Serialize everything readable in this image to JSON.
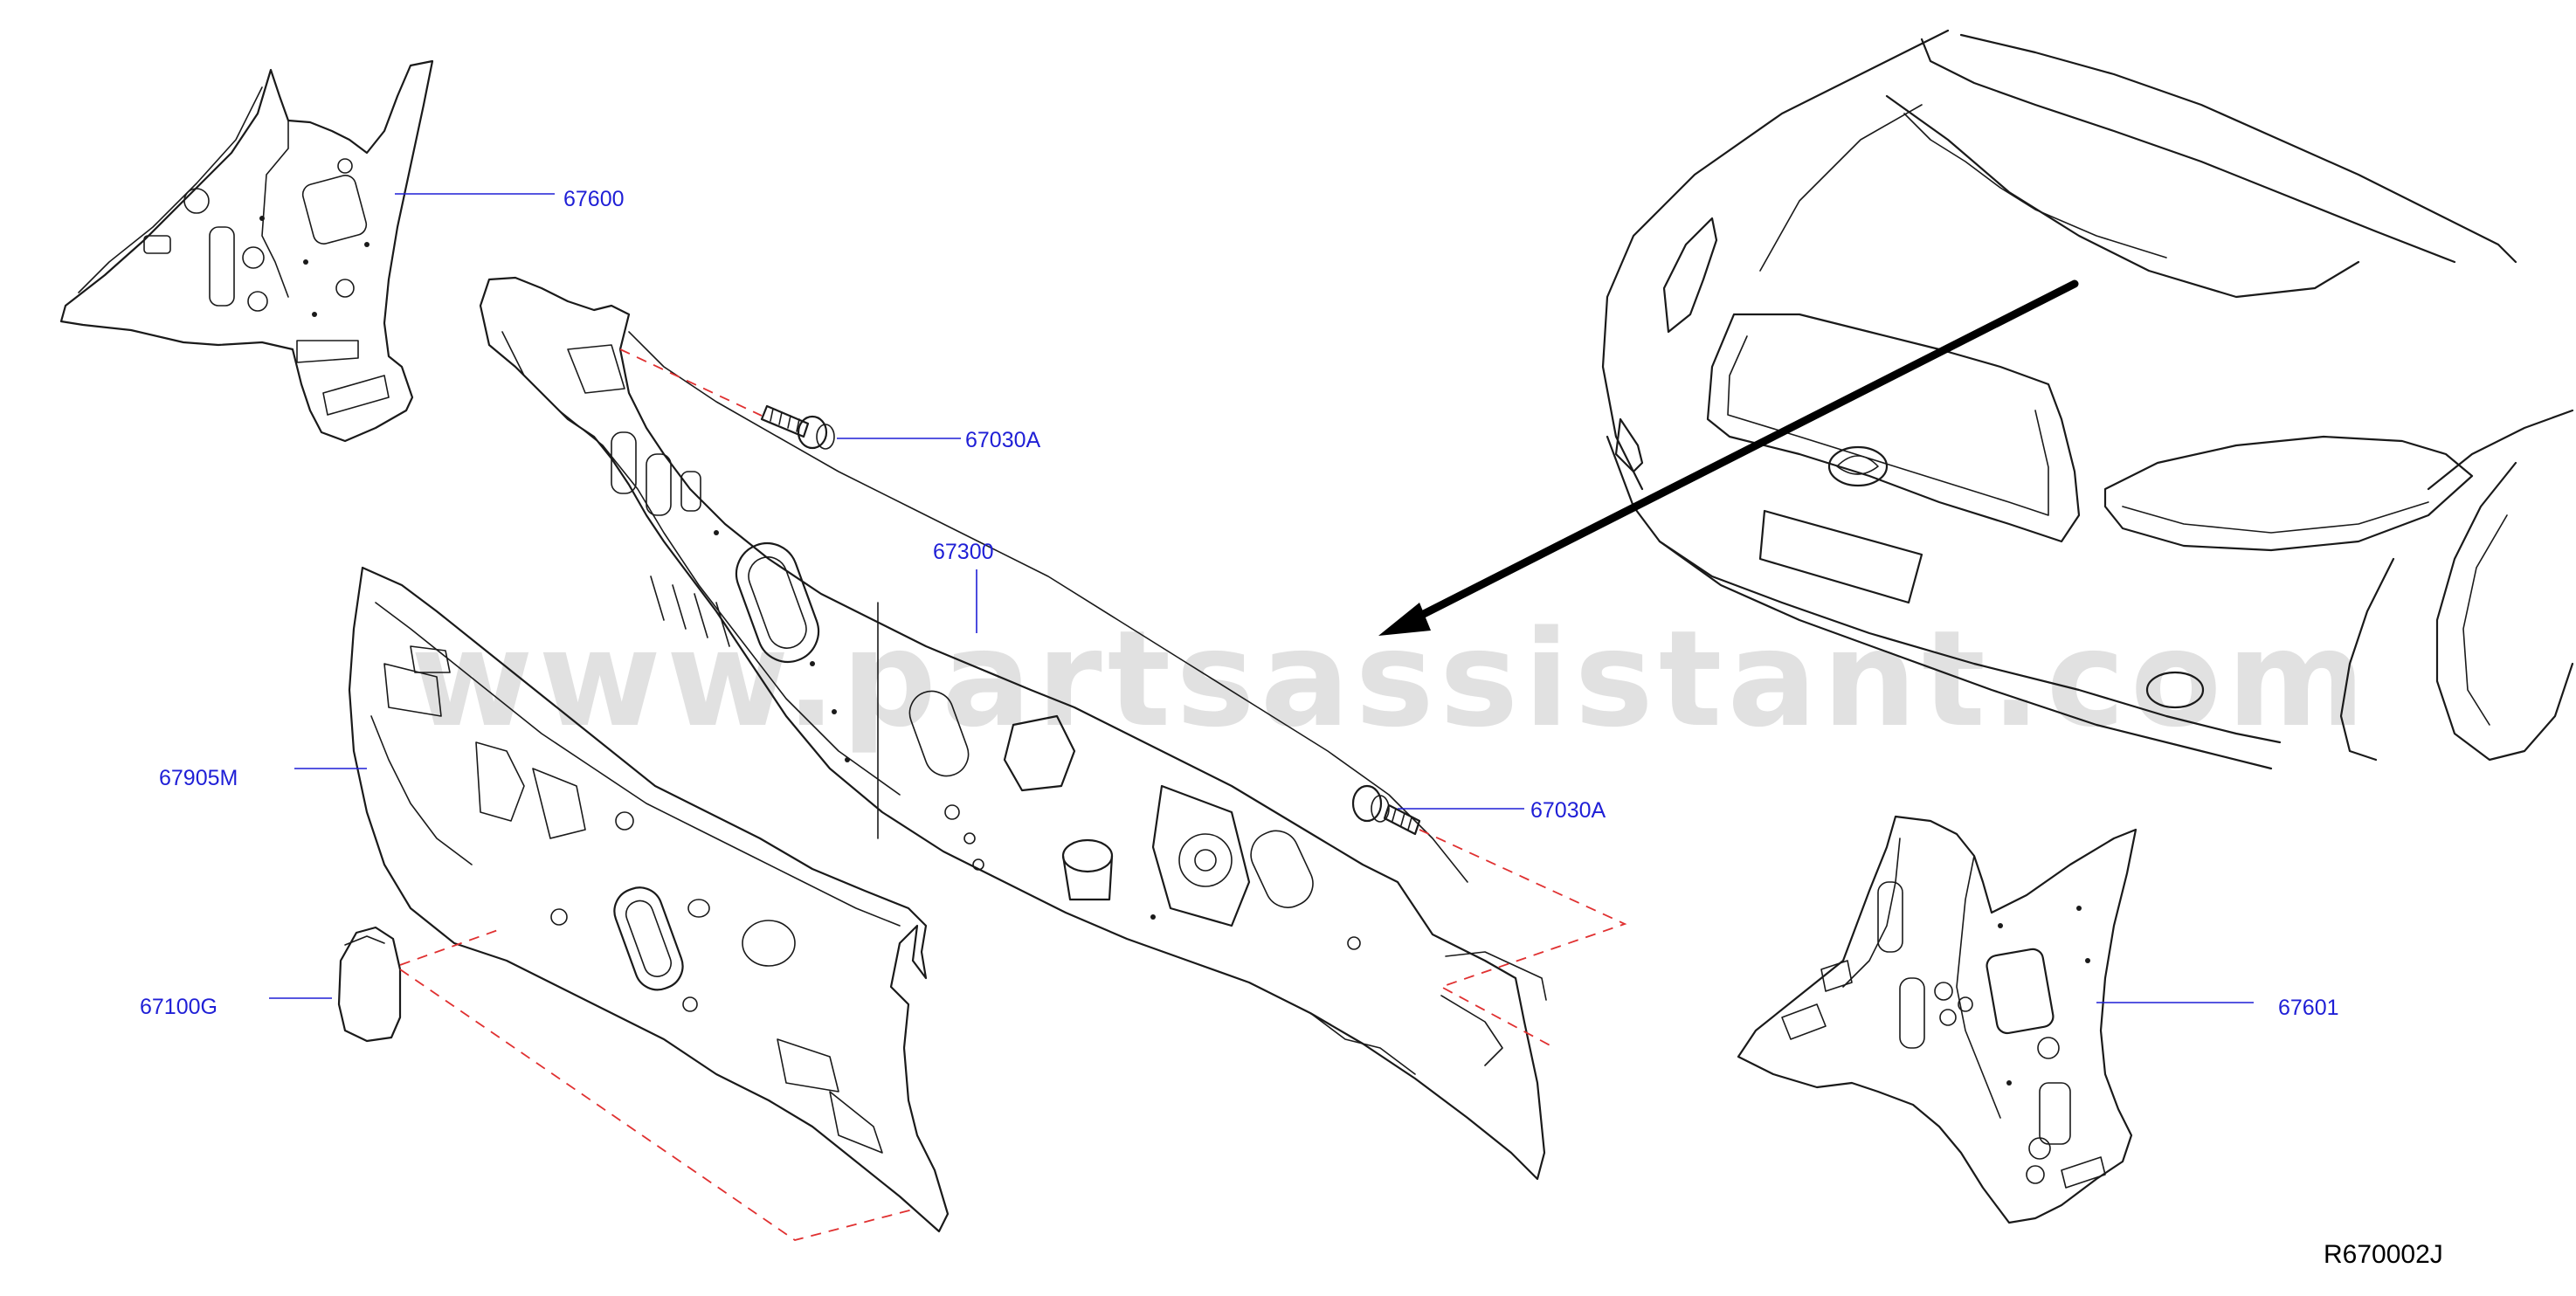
{
  "watermark": "www.partsassistant.com",
  "reference_code": "R670002J",
  "colors": {
    "label_blue": "#1f1fd6",
    "leader_blue": "#1f1fd6",
    "dashed_red": "#e03030",
    "line_ink": "#1a1a1a",
    "watermark_gray": "#c8c8c8"
  },
  "parts": {
    "p67600": "67600",
    "p67030A_upper": "67030A",
    "p67300": "67300",
    "p67905M": "67905M",
    "p67030A_lower": "67030A",
    "p67100G": "67100G",
    "p67601": "67601"
  }
}
